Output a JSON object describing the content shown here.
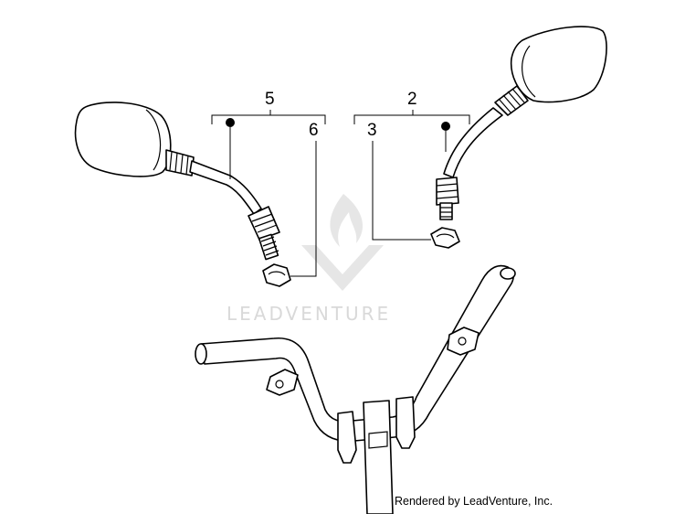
{
  "callouts": {
    "left_group": "5",
    "left_nut": "6",
    "right_group": "2",
    "right_nut": "3"
  },
  "watermark": {
    "text": "LEADVENTURE"
  },
  "credit": "Rendered by LeadVenture, Inc."
}
